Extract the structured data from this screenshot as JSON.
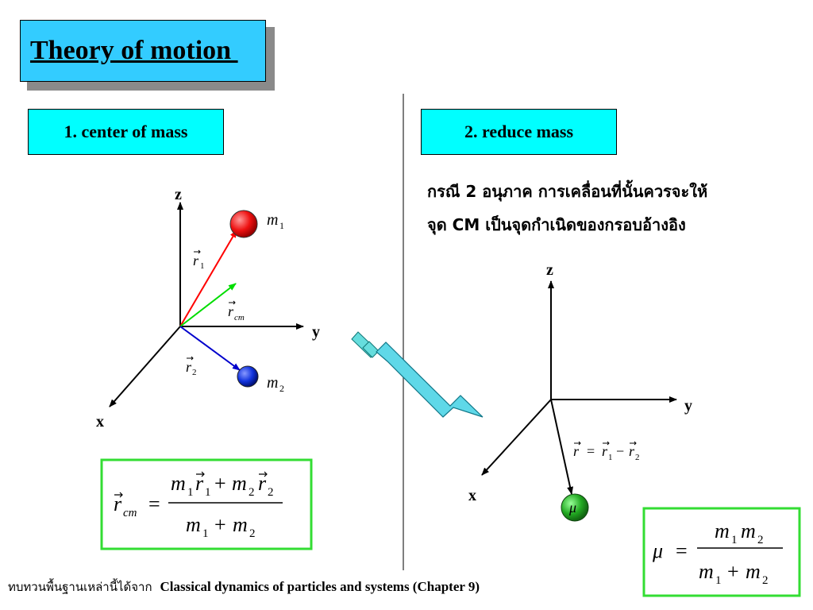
{
  "title": "Theory of motion ",
  "section1": {
    "label": "1. center of mass"
  },
  "section2": {
    "label": "2. reduce mass"
  },
  "description": {
    "line1": "กรณี 2 อนุภาค  การเคลื่อนที่นั้นควรจะให้",
    "line2": "จุด CM เป็นจุดกำเนิดของกรอบอ้างอิง"
  },
  "diagram1": {
    "axes": {
      "z": "z",
      "y": "y",
      "x": "x"
    },
    "labels": {
      "m1": "m",
      "m1_sub": "1",
      "m2": "m",
      "m2_sub": "2",
      "r1": "r",
      "r1_sub": "1",
      "rcm": "r",
      "rcm_sub": "cm",
      "r2": "r",
      "r2_sub": "2"
    },
    "colors": {
      "r1": "#ff0000",
      "rcm": "#00dd00",
      "r2": "#0000cc",
      "mass1": "#ee1111",
      "mass2": "#1133dd"
    }
  },
  "diagram2": {
    "axes": {
      "z": "z",
      "y": "y",
      "x": "x"
    },
    "mu": "μ",
    "relation": {
      "lhs": "r",
      "eq": "=",
      "r1": "r",
      "r1_sub": "1",
      "minus": "−",
      "r2": "r",
      "r2_sub": "2"
    },
    "colors": {
      "mu_ball": "#22aa22"
    }
  },
  "formula_cm": {
    "lhs": "r",
    "lhs_sub": "cm",
    "eq": "=",
    "num": {
      "m1": "m",
      "m1_sub": "1",
      "r1": "r",
      "r1_sub": "1",
      "plus": "+",
      "m2": "m",
      "m2_sub": "2",
      "r2": "r",
      "r2_sub": "2"
    },
    "den": {
      "m1": "m",
      "m1_sub": "1",
      "plus": "+",
      "m2": "m",
      "m2_sub": "2"
    }
  },
  "formula_mu": {
    "lhs": "μ",
    "eq": "=",
    "num": {
      "m1": "m",
      "m1_sub": "1",
      "m2": "m",
      "m2_sub": "2"
    },
    "den": {
      "m1": "m",
      "m1_sub": "1",
      "plus": "+",
      "m2": "m",
      "m2_sub": "2"
    }
  },
  "footer": {
    "thai": "ทบทวนพื้นฐานเหล่านี้ได้จาก",
    "ref": "Classical dynamics of particles and systems (Chapter  9)"
  }
}
